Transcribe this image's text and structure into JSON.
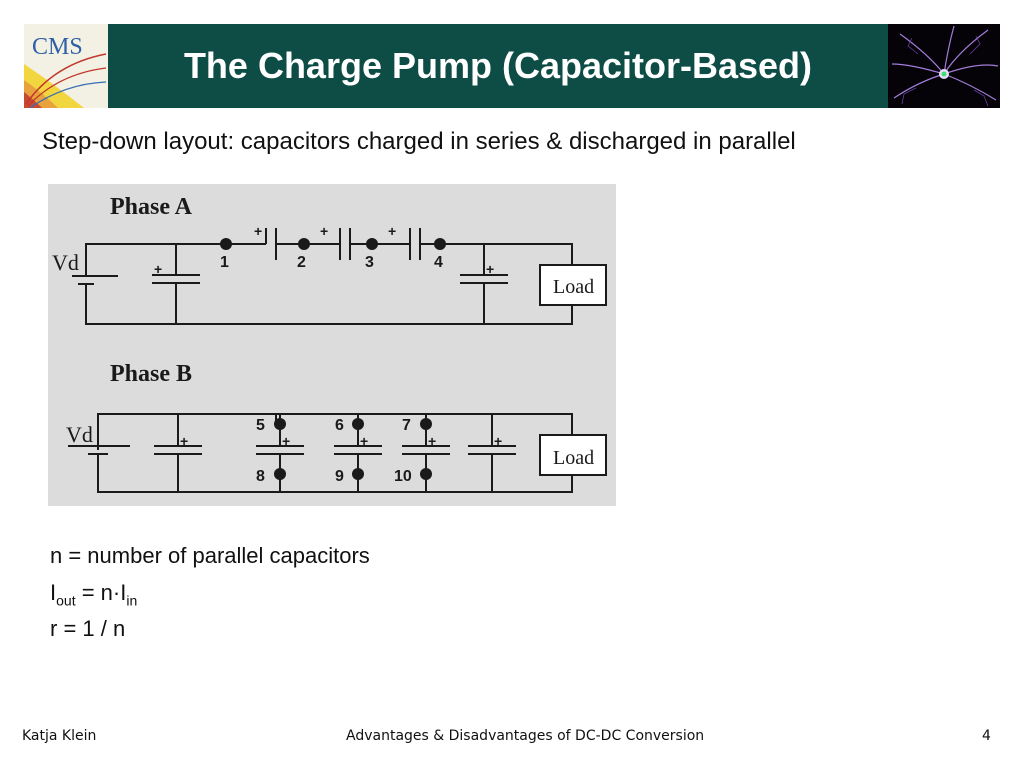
{
  "slide": {
    "title": "The Charge Pump (Capacitor-Based)",
    "subtitle": "Step-down layout: capacitors charged in series & discharged in parallel",
    "logo_left_text": "CMS"
  },
  "diagram": {
    "phase_a": {
      "title": "Phase A",
      "source_label": "Vd",
      "load_label": "Load",
      "nodes": [
        "1",
        "2",
        "3",
        "4"
      ],
      "plus": "+"
    },
    "phase_b": {
      "title": "Phase B",
      "source_label": "Vd",
      "load_label": "Load",
      "top_nodes": [
        "5",
        "6",
        "7"
      ],
      "bottom_nodes": [
        "8",
        "9",
        "10"
      ],
      "plus": "+"
    }
  },
  "equations": {
    "n_def": "n = number of parallel capacitors",
    "iout_base": "I",
    "iout_sub": "out",
    "iout_mid": " = n·I",
    "iin_sub": "in",
    "r_def": "r = 1 / n"
  },
  "footer": {
    "author": "Katja Klein",
    "talk_title": "Advantages & Disadvantages of DC-DC Conversion",
    "page_number": "4"
  }
}
